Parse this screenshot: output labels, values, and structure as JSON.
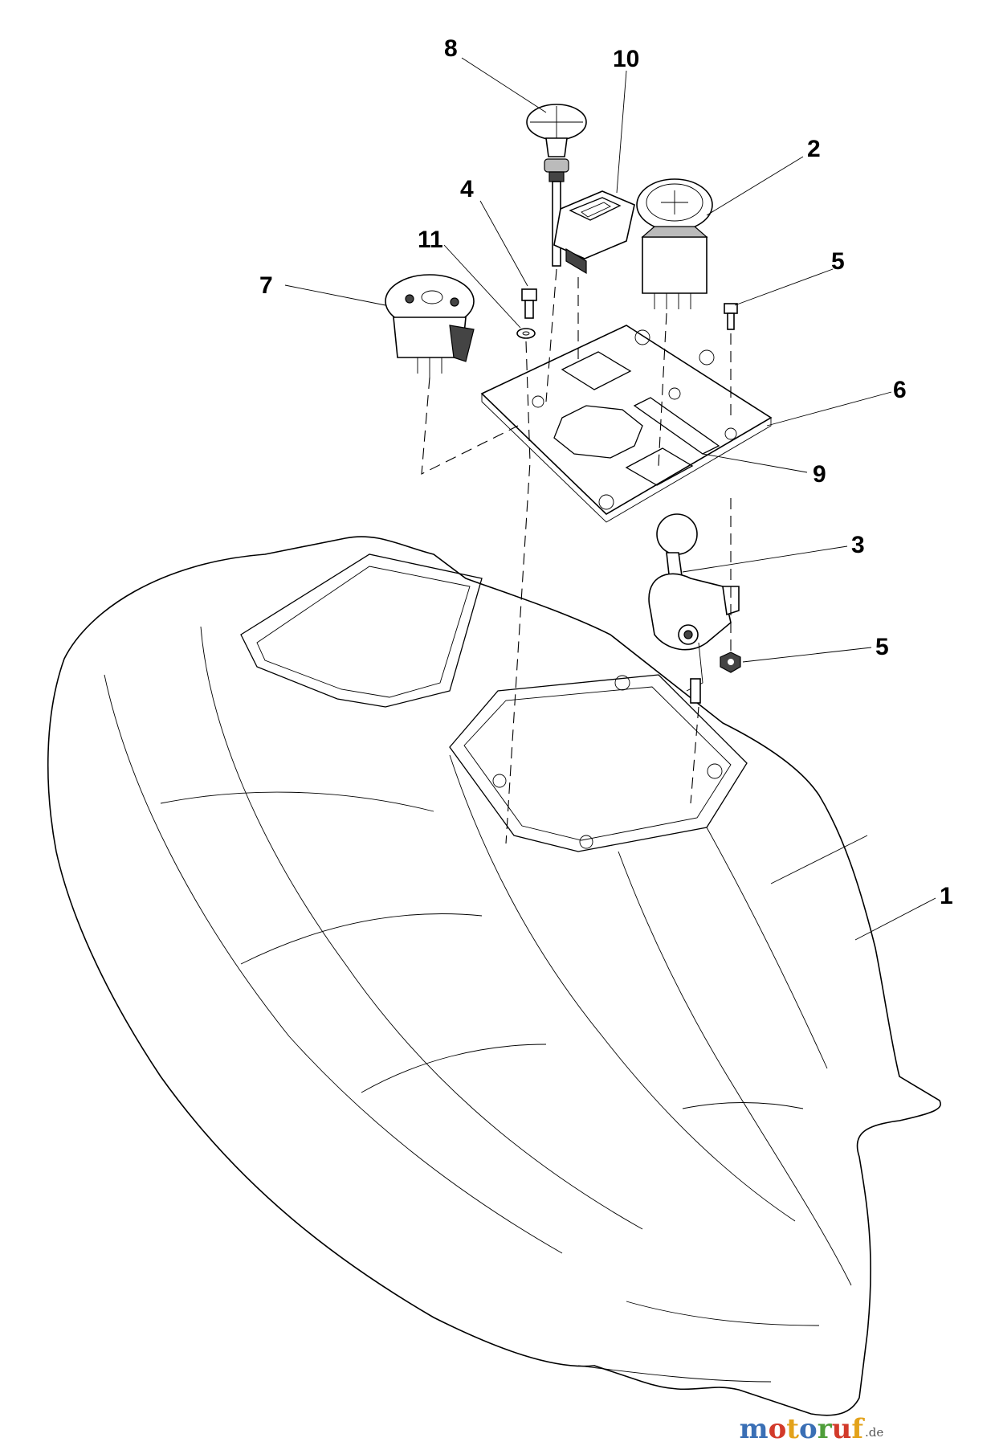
{
  "diagram": {
    "callouts": [
      {
        "id": "c1",
        "label": "1"
      },
      {
        "id": "c2",
        "label": "2"
      },
      {
        "id": "c3",
        "label": "3"
      },
      {
        "id": "c4",
        "label": "4"
      },
      {
        "id": "c5a",
        "label": "5"
      },
      {
        "id": "c5b",
        "label": "5"
      },
      {
        "id": "c6",
        "label": "6"
      },
      {
        "id": "c7",
        "label": "7"
      },
      {
        "id": "c8",
        "label": "8"
      },
      {
        "id": "c9",
        "label": "9"
      },
      {
        "id": "c10",
        "label": "10"
      },
      {
        "id": "c11",
        "label": "11"
      }
    ]
  },
  "watermark": {
    "letters": [
      "m",
      "o",
      "t",
      "o",
      "r",
      "u",
      "f"
    ],
    "letter_colors": [
      "#3a6fb5",
      "#d23a2a",
      "#e3a21a",
      "#3a6fb5",
      "#4f9e3a",
      "#d23a2a",
      "#e3a21a"
    ],
    "tld": ".de"
  }
}
